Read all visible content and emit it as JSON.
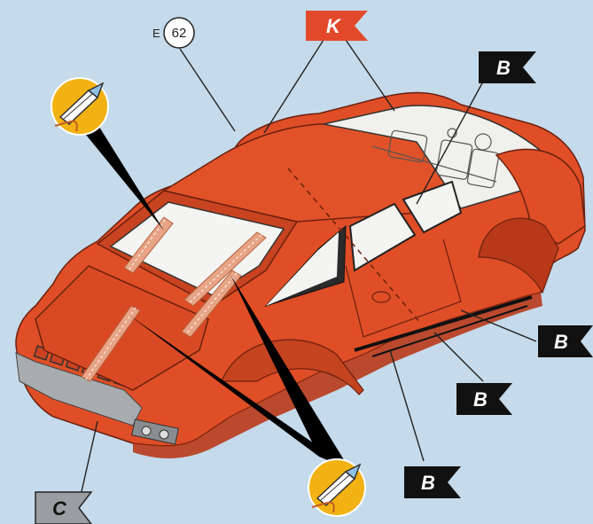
{
  "reference": {
    "prefix": "E",
    "number": "62"
  },
  "flags": {
    "k": {
      "letter": "K",
      "color": "#e2492b"
    },
    "b1": {
      "letter": "B",
      "color": "#111111"
    },
    "b2": {
      "letter": "B",
      "color": "#111111"
    },
    "b3": {
      "letter": "B",
      "color": "#111111"
    },
    "b4": {
      "letter": "B",
      "color": "#111111"
    },
    "c": {
      "letter": "C",
      "color": "#9a9ea2"
    }
  },
  "colors": {
    "background": "#c5daea",
    "body": "#df4e26",
    "body_shadow": "#b8391a",
    "tape": "#e8a486",
    "outline": "#222222",
    "tool_circle": "#f2b213"
  },
  "icons": [
    "craft-knife-icon",
    "craft-knife-icon"
  ]
}
